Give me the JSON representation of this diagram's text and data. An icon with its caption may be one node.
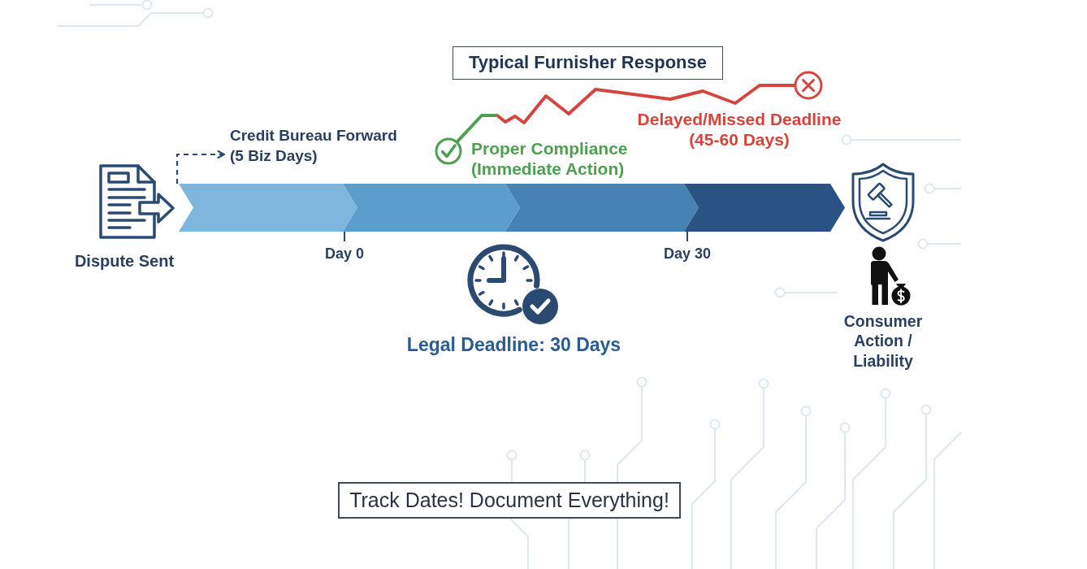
{
  "diagram": {
    "nodes": [
      {
        "text": [
          "Typical Furnisher Response"
        ]
      },
      {
        "text": [
          "Credit Bureau Forward (5 Biz Days)"
        ]
      },
      {
        "text": [],
        "shape": "circle",
        "beside": [
          "Proper Compliance (Immediate Action)"
        ]
      },
      {
        "text": [],
        "shape": "circle",
        "beside": [
          "Delayed/Missed Deadline (45-60 Days)"
        ]
      },
      {
        "text": [
          "Dispute Sent"
        ]
      },
      {
        "text": [
          "Legal Deadline: 30 Days"
        ]
      },
      {
        "text": [
          "Consumer Action / Liability"
        ]
      },
      {
        "text": [
          "Track Dates! Document Everything!"
        ]
      }
    ],
    "edges": [
      {
        "from": 4,
        "to": 1,
        "arrow": "to",
        "style": "dashed"
      },
      {
        "from": 2,
        "to": 3,
        "arrow": "none",
        "color": "#d6453d"
      }
    ],
    "labels": [
      "Day 0",
      "Day 30"
    ]
  }
}
